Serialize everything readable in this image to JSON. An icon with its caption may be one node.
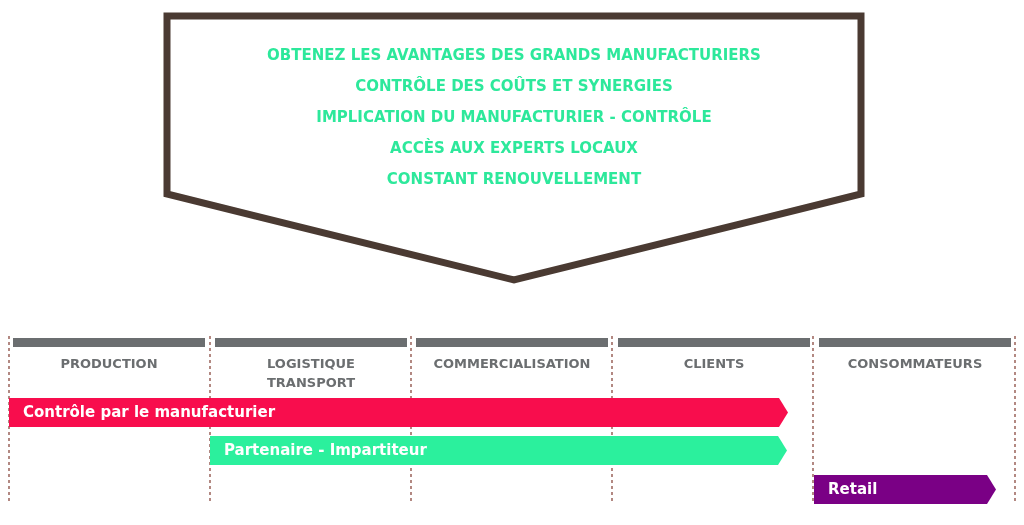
{
  "diagram": {
    "nodes": [
      {
        "text": [
          "OBTENEZ LES AVANTAGES DES GRANDS MANUFACTURIERS",
          "CONTRÔLE DES COÛTS ET SYNERGIES",
          "IMPLICATION DU MANUFACTURIER - CONTRÔLE",
          "ACCÈS AUX EXPERTS LOCAUX",
          "CONSTANT RENOUVELLEMENT"
        ]
      },
      {
        "text": [
          "Contrôle par le manufacturier"
        ]
      },
      {
        "text": [
          "Partenaire - Impartiteur"
        ]
      },
      {
        "text": [
          "Retail"
        ]
      }
    ],
    "labels": [
      "PRODUCTION",
      "LOGISTIQUE TRANSPORT",
      "COMMERCIALISATION",
      "CLIENTS",
      "CONSOMMATEURS"
    ]
  }
}
